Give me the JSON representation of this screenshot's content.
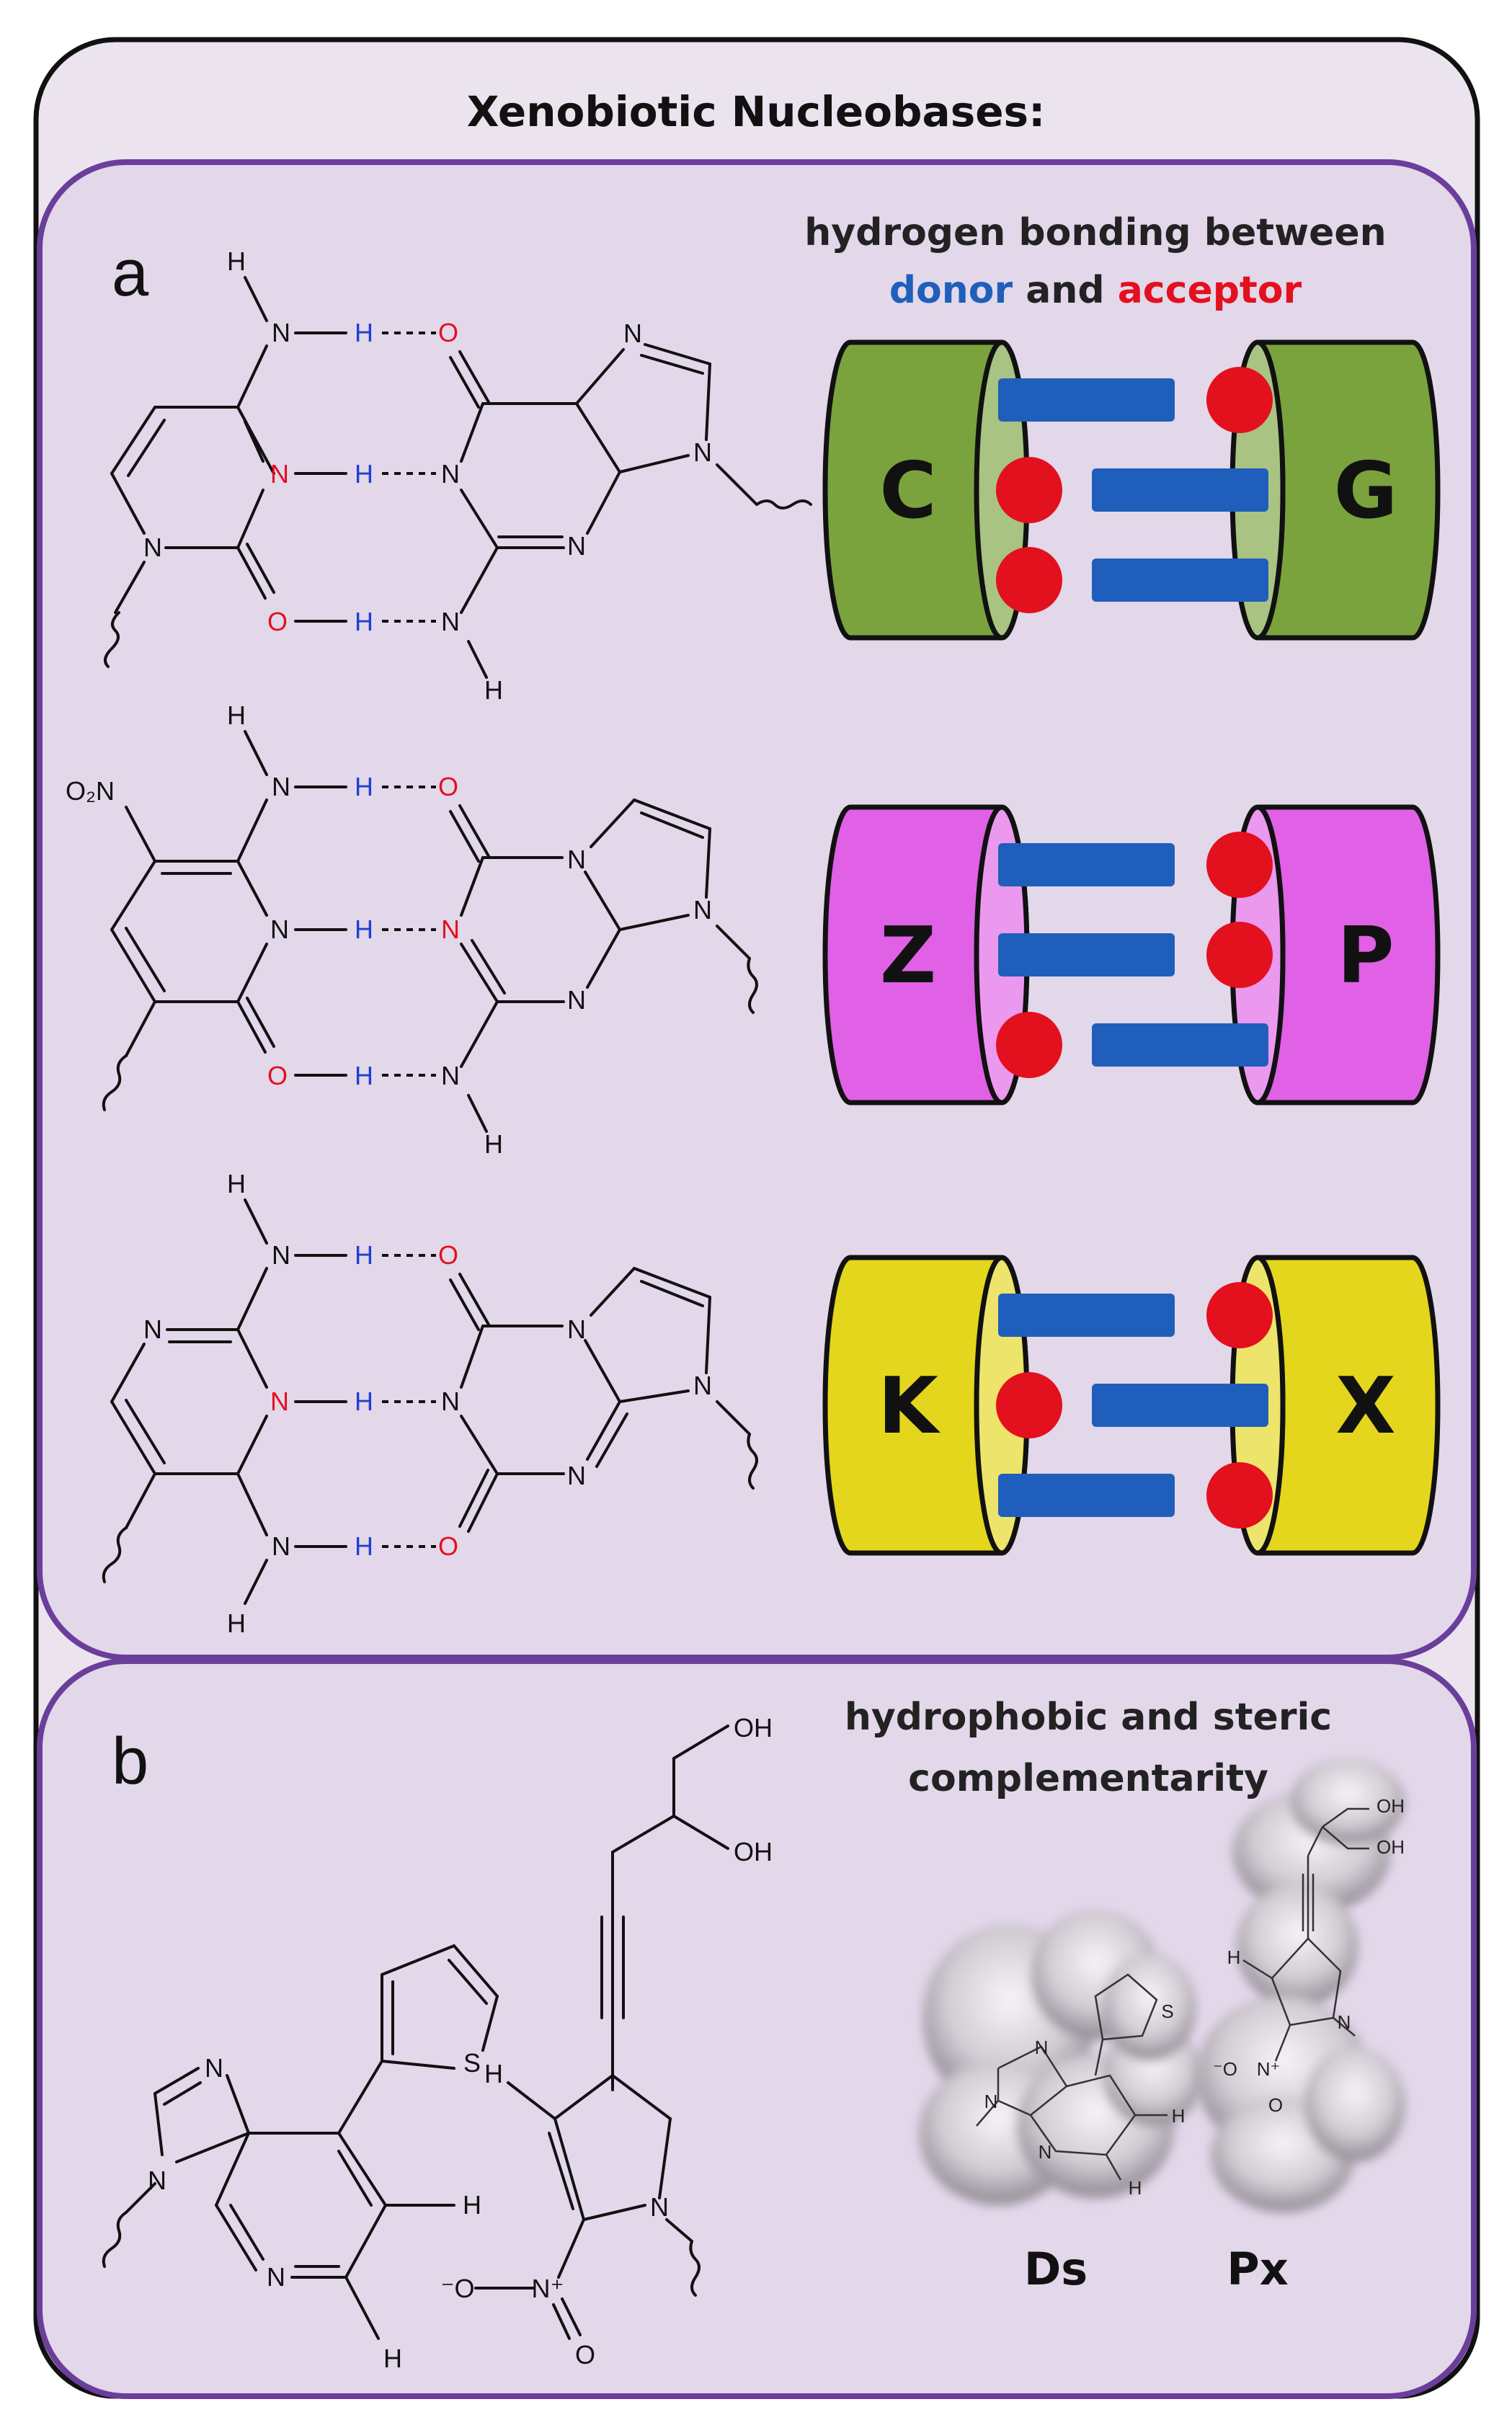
{
  "title": "Xenobiotic Nucleobases:",
  "panel_a": {
    "label": "a",
    "heading_line1": "hydrogen bonding between",
    "heading_word_donor": "donor",
    "heading_word_and": " and ",
    "heading_word_acceptor": "acceptor",
    "pairs": [
      {
        "left": "C",
        "right": "G",
        "color": "#7aa33e"
      },
      {
        "left": "Z",
        "right": "P",
        "color": "#e060e6"
      },
      {
        "left": "K",
        "right": "X",
        "color": "#e3d61c"
      }
    ]
  },
  "panel_b": {
    "label": "b",
    "heading_line1": "hydrophobic and steric",
    "heading_line2": "complementarity",
    "caption_left": "Ds",
    "caption_right": "Px"
  },
  "atoms": {
    "H": "H",
    "N": "N",
    "O": "O",
    "S": "S",
    "OH": "OH",
    "O2N": "O₂N",
    "Nplus": "N⁺",
    "Ominus": "⁻O"
  },
  "colors": {
    "outer_border": "#111111",
    "panel_border": "#6a3e9a",
    "panel_fill": "#e3d7ea",
    "outer_fill": "#ebe4ef",
    "donor": "#1f5fbb",
    "acceptor": "#e3101e",
    "bond": "#111111"
  }
}
